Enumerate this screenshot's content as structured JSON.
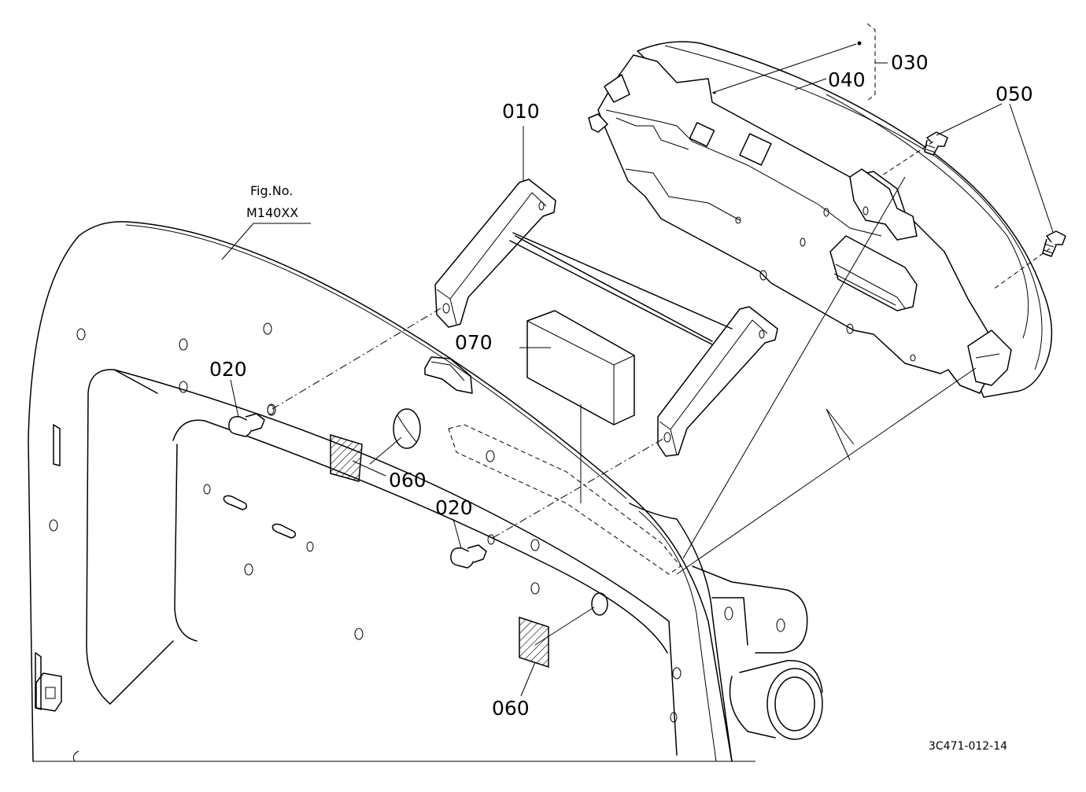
{
  "figure": {
    "fig_no_label": "Fig.No.",
    "fig_no_value": "M140XX",
    "drawing_code": "3C471-012-14"
  },
  "parts": {
    "p010": "010",
    "p020a": "020",
    "p020b": "020",
    "p030": "030",
    "p040": "040",
    "p050": "050",
    "p060a": "060",
    "p060b": "060",
    "p070": "070"
  }
}
